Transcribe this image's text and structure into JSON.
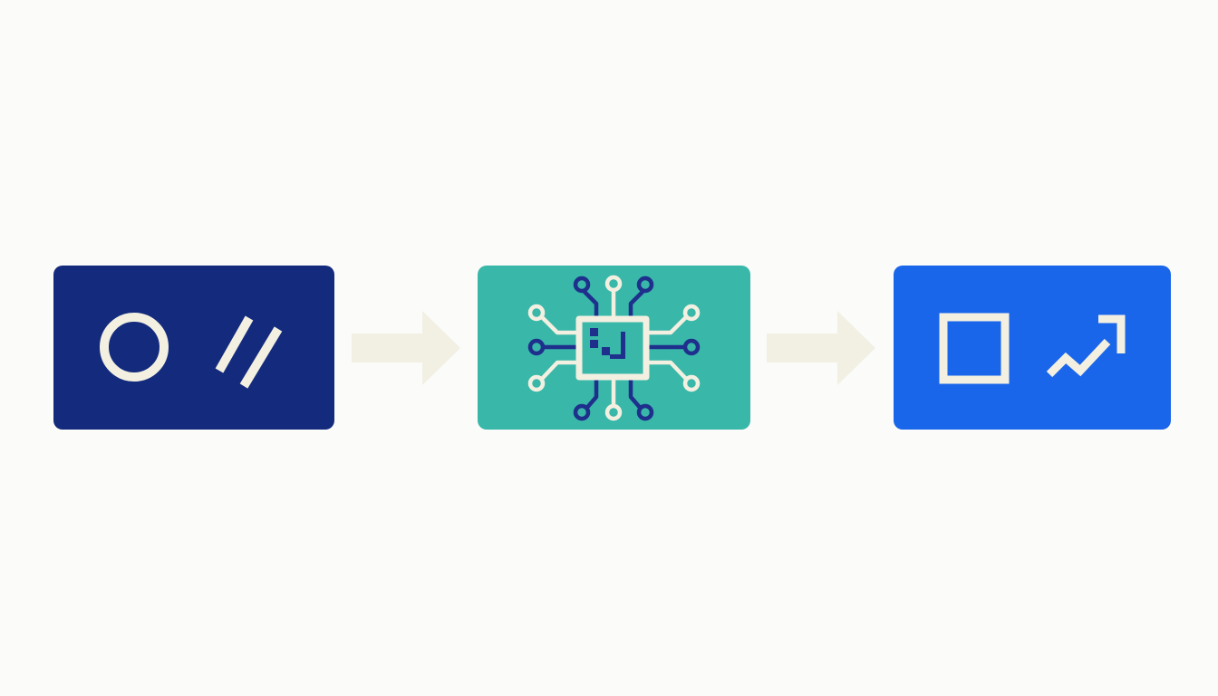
{
  "colors": {
    "background": "#fbfbfa",
    "input_box": "#142b7d",
    "process_box": "#39b7a9",
    "output_box": "#1a66ea",
    "glyph": "#f3f0e1",
    "circuit_dark": "#1e2f8c",
    "arrow": "#f1f0e3"
  },
  "nodes": [
    {
      "id": "input",
      "icons": [
        "circle-icon",
        "double-slash-icon"
      ]
    },
    {
      "id": "process",
      "icons": [
        "circuit-chip-icon"
      ]
    },
    {
      "id": "output",
      "icons": [
        "square-icon",
        "trend-up-arrow-icon"
      ]
    }
  ],
  "edges": [
    {
      "from": "input",
      "to": "process",
      "icon": "right-arrow-icon"
    },
    {
      "from": "process",
      "to": "output",
      "icon": "right-arrow-icon"
    }
  ]
}
